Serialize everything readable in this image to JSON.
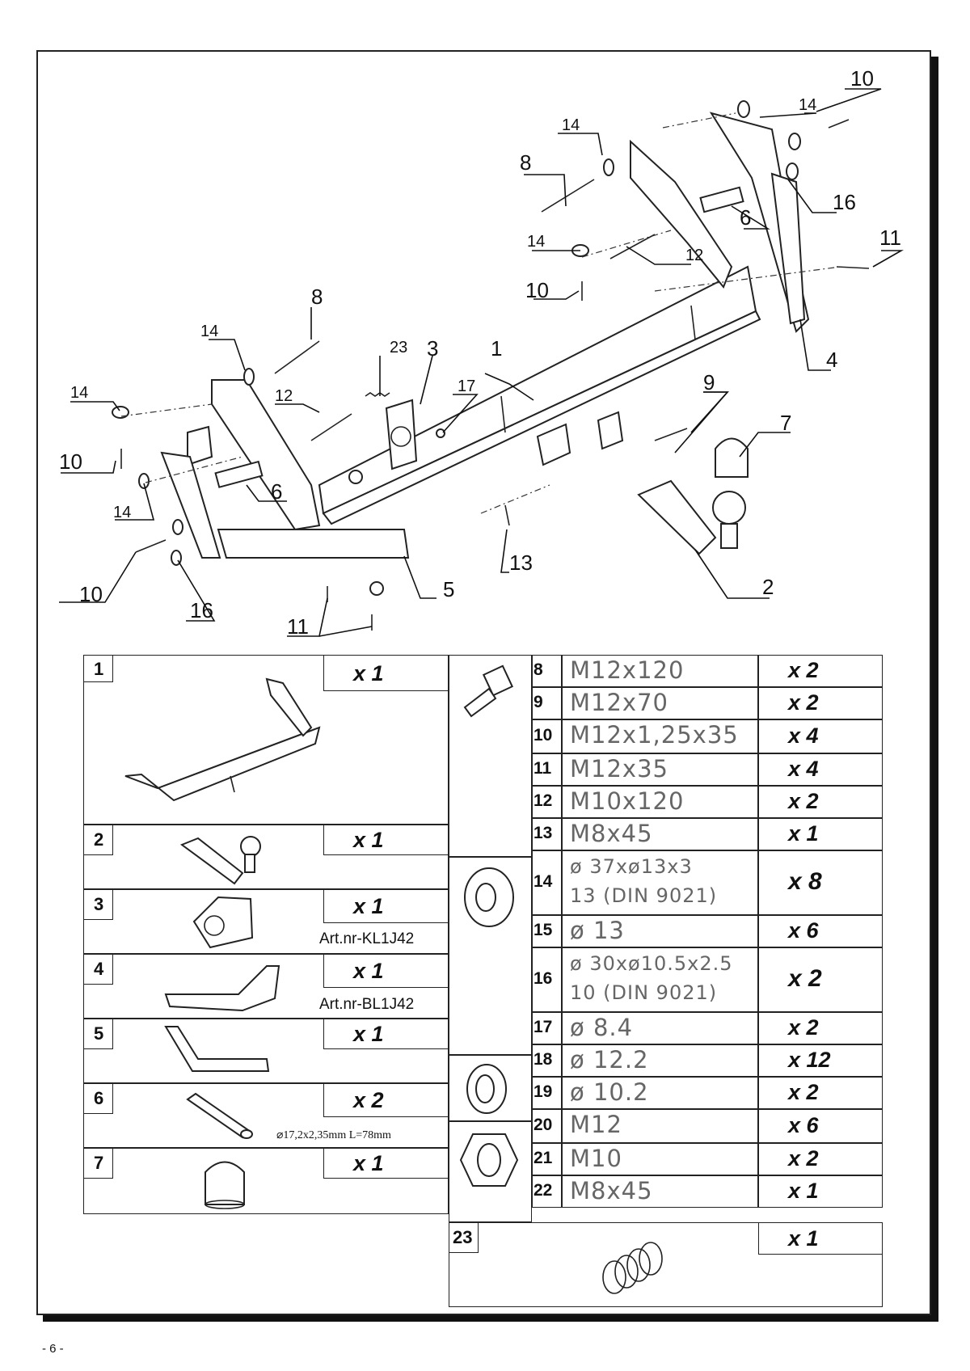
{
  "page_number": "- 6 -",
  "callouts": {
    "c1": "1",
    "c2": "2",
    "c3": "3",
    "c4": "4",
    "c5": "5",
    "c6a": "6",
    "c6b": "6",
    "c7": "7",
    "c8a": "8",
    "c8b": "8",
    "c9": "9",
    "c10a": "10",
    "c10b": "10",
    "c10c": "10",
    "c10d": "10",
    "c11a": "11",
    "c11b": "11",
    "c12a": "12",
    "c12b": "12",
    "c13": "13",
    "c14a": "14",
    "c14b": "14",
    "c14c": "14",
    "c14d": "14",
    "c14e": "14",
    "c14f": "14",
    "c16a": "16",
    "c16b": "16",
    "c17": "17",
    "c23": "23"
  },
  "parts_left": [
    {
      "num": "1",
      "qty": "x 1"
    },
    {
      "num": "2",
      "qty": "x 1"
    },
    {
      "num": "3",
      "qty": "x 1",
      "note": "Art.nr-KL1J42"
    },
    {
      "num": "4",
      "qty": "x 1",
      "note": "Art.nr-BL1J42"
    },
    {
      "num": "5",
      "qty": "x 1"
    },
    {
      "num": "6",
      "qty": "x 2",
      "note": "⌀17,2x2,35mm L=78mm"
    },
    {
      "num": "7",
      "qty": "x 1"
    }
  ],
  "parts_right": [
    {
      "num": "8",
      "spec": "M12x120",
      "qty": "x 2"
    },
    {
      "num": "9",
      "spec": "M12x70",
      "qty": "x 2"
    },
    {
      "num": "10",
      "spec": "M12x1,25x35",
      "qty": "x 4"
    },
    {
      "num": "11",
      "spec": "M12x35",
      "qty": "x 4"
    },
    {
      "num": "12",
      "spec": "M10x120",
      "qty": "x 2"
    },
    {
      "num": "13",
      "spec": "M8x45",
      "qty": "x 1"
    },
    {
      "num": "14",
      "spec": "ø 37xø13x3",
      "spec2": "13   (DIN  9021)",
      "qty": "x 8"
    },
    {
      "num": "15",
      "spec": "ø 13",
      "qty": "x 6"
    },
    {
      "num": "16",
      "spec": "ø 30xø10.5x2.5",
      "spec2": "10   (DIN  9021)",
      "qty": "x 2"
    },
    {
      "num": "17",
      "spec": "ø 8.4",
      "qty": "x 2"
    },
    {
      "num": "18",
      "spec": "ø 12.2",
      "qty": "x 12"
    },
    {
      "num": "19",
      "spec": "ø 10.2",
      "qty": "x 2"
    },
    {
      "num": "20",
      "spec": "M12",
      "qty": "x 6"
    },
    {
      "num": "21",
      "spec": "M10",
      "qty": "x 2"
    },
    {
      "num": "22",
      "spec": "M8x45",
      "qty": "x 1"
    },
    {
      "num": "23",
      "qty": "x 1"
    }
  ]
}
